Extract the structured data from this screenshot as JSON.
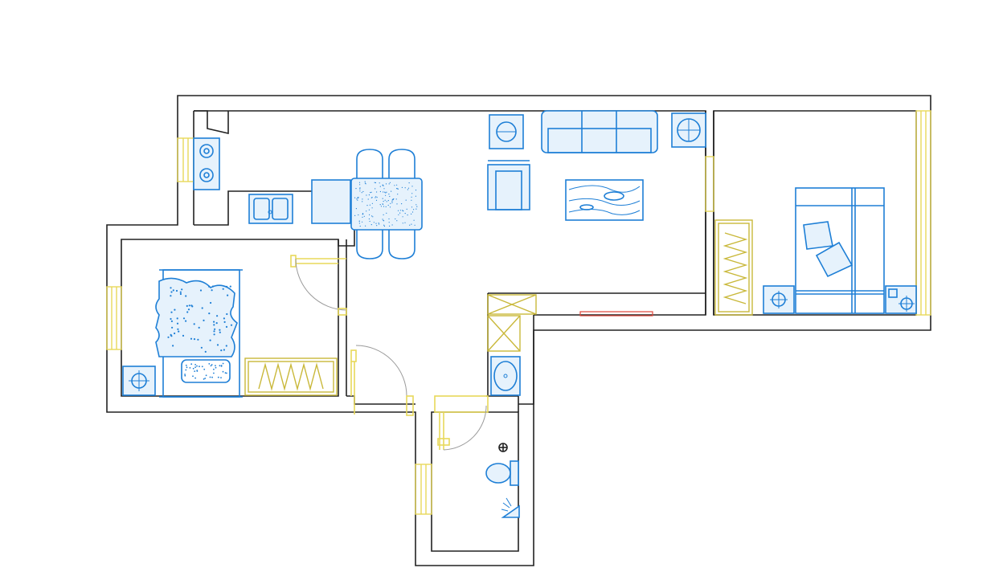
{
  "drawing": {
    "kind": "apartment floor plan",
    "colors": {
      "wall": "#222222",
      "furniture": "#1e7fd6",
      "window": "#e8d95a",
      "door_swing": "#9a9a9a",
      "wardrobe": "#c9b83a",
      "radiator": "#e0453a"
    },
    "rooms": [
      {
        "id": "kitchen"
      },
      {
        "id": "living-dining"
      },
      {
        "id": "bedroom-left"
      },
      {
        "id": "bedroom-right"
      },
      {
        "id": "bathroom"
      },
      {
        "id": "hallway"
      }
    ],
    "fixtures": [
      "stove-icon",
      "sink-icon",
      "dining-table-icon",
      "chair-icon",
      "sofa-icon",
      "armchair-icon",
      "rug-icon",
      "lamp-icon",
      "bed-icon",
      "pillow-icon",
      "wardrobe-icon",
      "nightstand-icon",
      "washbasin-icon",
      "toilet-icon",
      "shower-icon",
      "radiator-icon",
      "window-icon",
      "door-icon"
    ]
  }
}
